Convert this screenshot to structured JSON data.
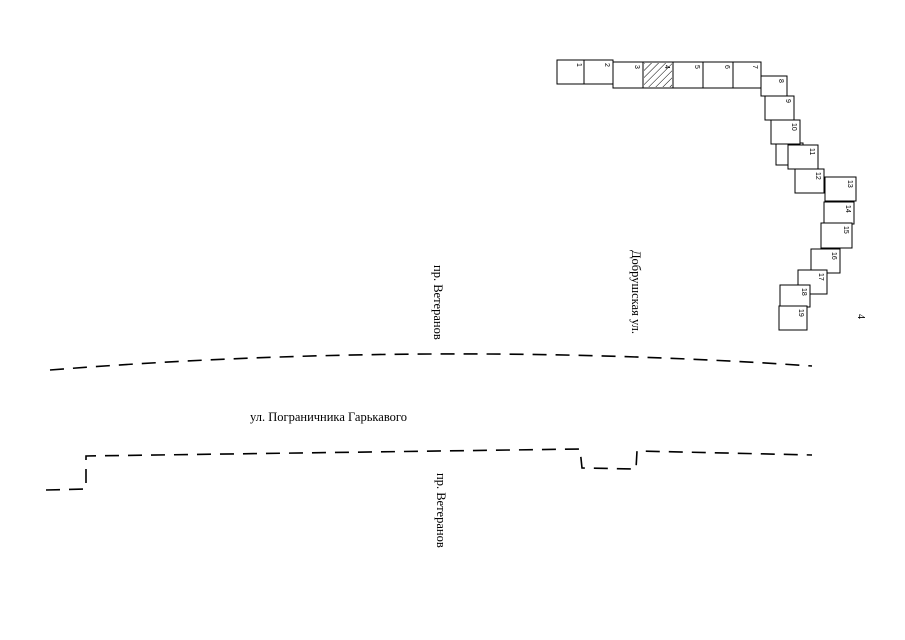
{
  "streets": {
    "veteranov_north": "пр. Ветеранов",
    "dobrushskaya": "Добрушская ул.",
    "pogranichnika": "ул. Пограничника Гарькавого",
    "veteranov_south": "пр. Ветеранов"
  },
  "page_marker": "4",
  "units": [
    {
      "label": "1",
      "hatched": false
    },
    {
      "label": "2",
      "hatched": false
    },
    {
      "label": "3",
      "hatched": false
    },
    {
      "label": "4",
      "hatched": true
    },
    {
      "label": "5",
      "hatched": false
    },
    {
      "label": "6",
      "hatched": false
    },
    {
      "label": "7",
      "hatched": false
    },
    {
      "label": "8",
      "hatched": false
    },
    {
      "label": "9",
      "hatched": false
    },
    {
      "label": "10",
      "hatched": false
    },
    {
      "label": "11",
      "hatched": false
    },
    {
      "label": "12",
      "hatched": false
    },
    {
      "label": "13",
      "hatched": false
    },
    {
      "label": "14",
      "hatched": false
    },
    {
      "label": "15",
      "hatched": false
    },
    {
      "label": "16",
      "hatched": false
    },
    {
      "label": "17",
      "hatched": false
    },
    {
      "label": "18",
      "hatched": false
    },
    {
      "label": "19",
      "hatched": false
    }
  ]
}
